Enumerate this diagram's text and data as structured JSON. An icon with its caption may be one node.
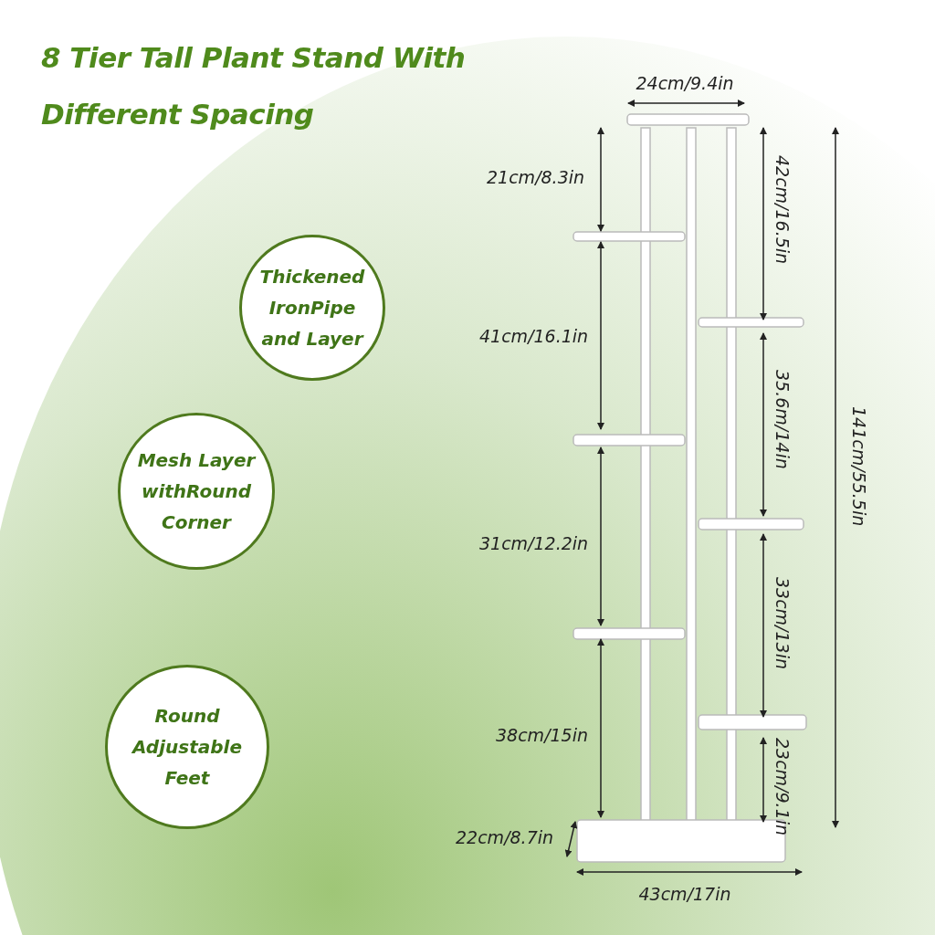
{
  "diagram": {
    "title": "8 Tier Tall Plant Stand With Different Spacing",
    "nodes": [
      {
        "text": [
          "Thickened IronPipe and Layer"
        ]
      },
      {
        "text": [
          "Mesh Layer withRound Corner"
        ]
      },
      {
        "text": [
          "Round Adjustable Feet"
        ]
      }
    ],
    "labels": [
      "24cm/9.4in",
      "21cm/8.3in",
      "42cm/16.5in",
      "141cm/55.5in",
      "41cm/16.1in",
      "35.6m/14in",
      "31cm/12.2in",
      "33cm/13in",
      "38cm/15in",
      "23cm/9.1in",
      "22cm/8.7in",
      "43cm/17in"
    ]
  }
}
